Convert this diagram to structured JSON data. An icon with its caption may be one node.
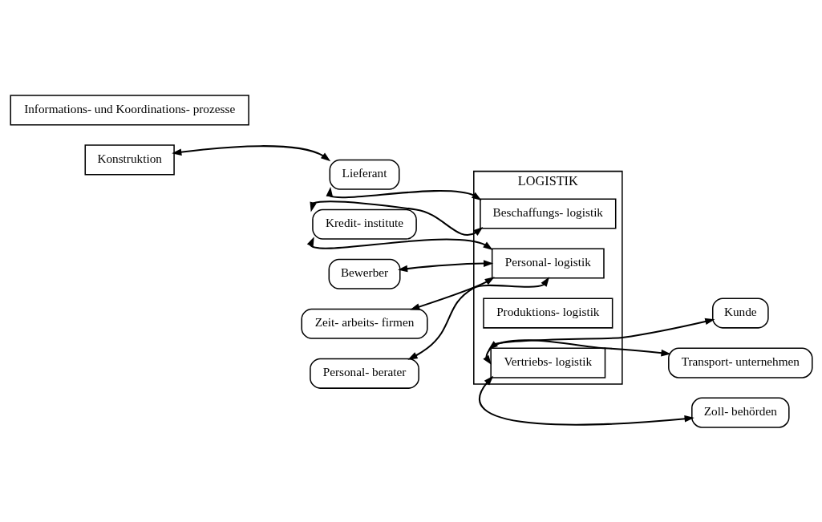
{
  "diagram": {
    "nodes": [
      {
        "text": [
          "Konstruktion"
        ]
      },
      {
        "text": [
          "LOGISTIK"
        ]
      },
      {
        "text": [
          "Beschaffungs- logistik"
        ],
        "in": 1
      },
      {
        "text": [
          "Personal- logistik"
        ],
        "in": 1
      },
      {
        "text": [
          "Produktions- logistik"
        ],
        "in": 1
      },
      {
        "text": [
          "Vertriebs- logistik"
        ],
        "in": 1
      },
      {
        "text": [
          "Lieferant"
        ]
      },
      {
        "text": [
          "Kunde"
        ]
      },
      {
        "text": [
          "Kredit- institute"
        ]
      },
      {
        "text": [
          "Transport- unternehmen"
        ]
      },
      {
        "text": [
          "Informations- und Koordinations- prozesse"
        ]
      },
      {
        "text": [
          "Bewerber"
        ]
      },
      {
        "text": [
          "Zoll- behörden"
        ]
      },
      {
        "text": [
          "Zeit- arbeits- firmen"
        ]
      },
      {
        "text": [
          "Personal- berater"
        ]
      }
    ],
    "edges": [
      {
        "from": 0,
        "to": 6,
        "arrow": "both"
      },
      {
        "from": 6,
        "to": 2,
        "arrow": "both"
      },
      {
        "from": 8,
        "to": 2,
        "arrow": "both"
      },
      {
        "from": 8,
        "to": 3,
        "arrow": "both"
      },
      {
        "from": 11,
        "to": 3,
        "arrow": "both"
      },
      {
        "from": 13,
        "to": 3,
        "arrow": "both"
      },
      {
        "from": 14,
        "to": 3,
        "arrow": "both"
      },
      {
        "from": 5,
        "to": 7,
        "arrow": "both"
      },
      {
        "from": 5,
        "to": 9,
        "arrow": "both"
      },
      {
        "from": 5,
        "to": 12,
        "arrow": "both"
      }
    ]
  }
}
